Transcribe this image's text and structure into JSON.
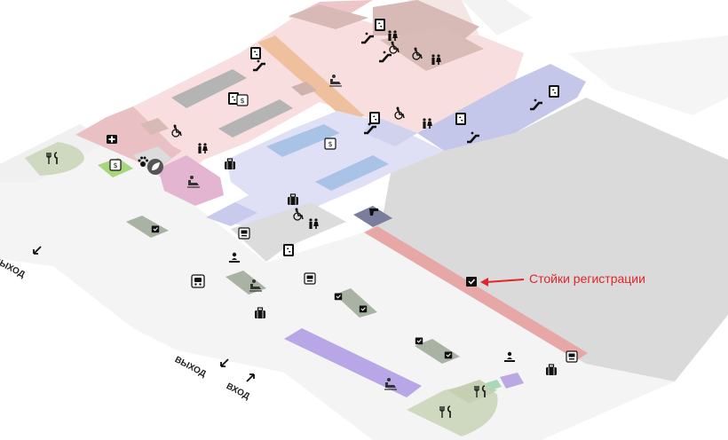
{
  "callout": {
    "label": "Стойки регистрации",
    "color": "#e0262b"
  },
  "exits": {
    "left_exit": "ВЫХОД",
    "bottom_exit": "ВЫХОД",
    "bottom_entrance": "ВХОД"
  },
  "zone_colors": {
    "ground": "#f4f4f4",
    "departures_pink": "#f8dede",
    "departures_pink_dark": "#e9c0c3",
    "gates_lavender": "#dfe0f6",
    "gates_lavender_dark": "#c4c7ea",
    "terminal_grey": "#dadada",
    "checkin_red": "#e8a7a7",
    "orange_corridor": "#efc09d",
    "duty_free_blue": "#a9c3e6",
    "lounge_purple": "#b8a6e6",
    "cafe_green": "#cfd9bf",
    "pharmacy_green": "#a8d67c",
    "shop_grey": "#b2b2b2",
    "counter_grey": "#a9b3a4",
    "brown_block": "#cfb1ad",
    "navy_block": "#7a7e9c",
    "magenta_lounge": "#e3b5d0"
  },
  "icons": [
    "restaurant-icon",
    "pharmacy-icon",
    "first-aid-icon",
    "pet-area-icon",
    "vip-lounge-icon",
    "elevator-icon",
    "escalator-icon",
    "wheelchair-icon",
    "restroom-icon",
    "luggage-icon",
    "atm-icon",
    "checkin-desk-icon",
    "customs-icon",
    "bus-icon",
    "currency-exchange-icon",
    "police-icon",
    "information-icon",
    "ticket-office-icon"
  ]
}
